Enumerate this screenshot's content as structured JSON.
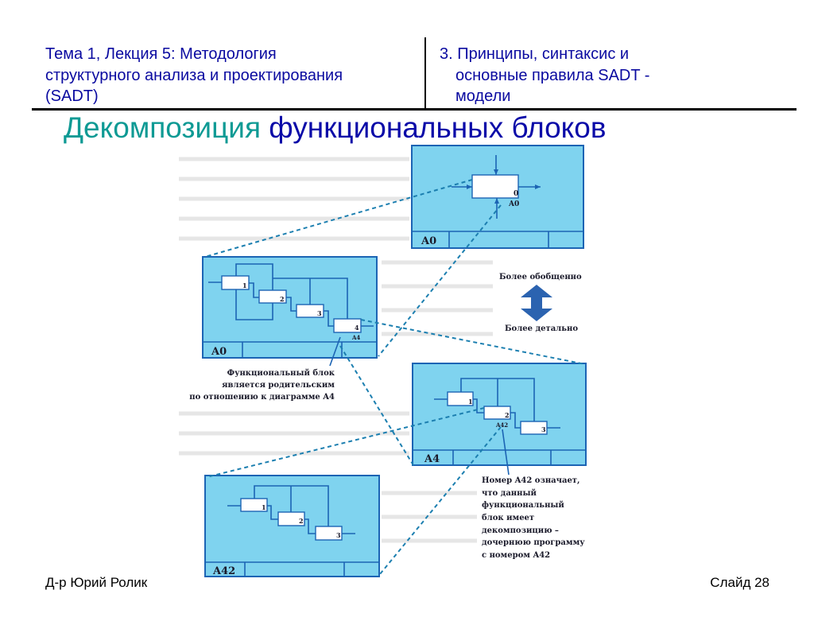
{
  "header": {
    "left_lines": [
      "Тема 1, Лекция 5: Методология",
      "структурного анализа и проектирования",
      "(SADT)"
    ],
    "right_lines": [
      "3. Принципы, синтаксис и",
      "основные правила SADT -",
      "модели"
    ]
  },
  "title": {
    "part1": "Декомпозиция",
    "part2": "функциональных блоков"
  },
  "diagram": {
    "top": {
      "node_number": "0",
      "node_label": "A0",
      "footer_label": "A0"
    },
    "middle": {
      "boxes": [
        "1",
        "2",
        "3",
        "4"
      ],
      "node_label": "A4",
      "footer_label": "A0"
    },
    "right": {
      "boxes": [
        "1",
        "2",
        "3"
      ],
      "node_label": "A42",
      "footer_label": "A4"
    },
    "bottom": {
      "boxes": [
        "1",
        "2",
        "3"
      ],
      "footer_label": "A42"
    },
    "scale_top": "Более обобщенно",
    "scale_bottom": "Более детально",
    "note_parent": [
      "Функциональный блок",
      "является родительским",
      "по отношению к диаграмме A4"
    ],
    "note_a42": [
      "Номер A42 означает,",
      "что данный",
      "функциональный",
      "блок имеет",
      "декомпозицию –",
      "дочернюю программу",
      "с номером A42"
    ]
  },
  "footer": {
    "author": "Д-р Юрий Ролик",
    "slide": "Слайд 28"
  },
  "colors": {
    "header_text": "#0a0aa0",
    "title_teal": "#0e9a94",
    "title_blue": "#0a0aa8",
    "frame_fill": "#7fd3ef",
    "frame_stroke": "#1c64b4"
  }
}
